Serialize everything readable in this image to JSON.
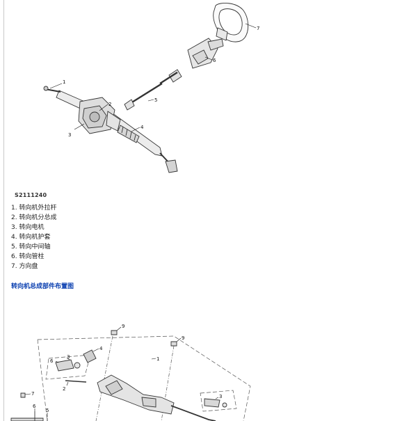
{
  "figure_top": {
    "code": "S2111240",
    "callouts": [
      "1",
      "2",
      "3",
      "4",
      "5",
      "6",
      "7"
    ]
  },
  "legend": [
    "1. 转向机外拉杆",
    "2. 转向机分总成",
    "3. 转向电机",
    "4. 转向机护套",
    "5. 转向中间轴",
    "6. 转向管柱",
    "7. 方向盘"
  ],
  "section_link": "转向机总成部件布置图",
  "figure_bottom": {
    "callouts": [
      "9",
      "9",
      "4",
      "1",
      "3",
      "6",
      "2",
      "7",
      "6",
      "5",
      "3"
    ]
  }
}
